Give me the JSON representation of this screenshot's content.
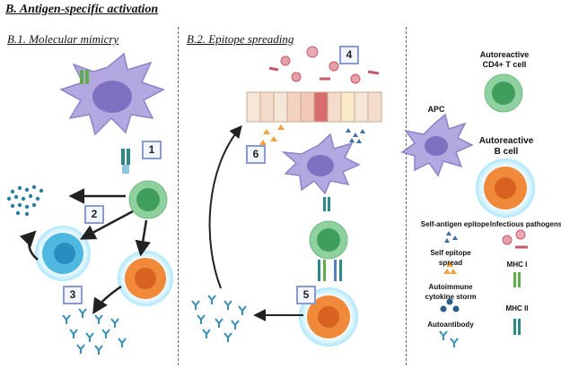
{
  "main_title": "B. Antigen-specific activation",
  "panel_b1": {
    "title": "B.1. Molecular mimicry"
  },
  "panel_b2": {
    "title": "B.2. Epitope spreading"
  },
  "steps": {
    "s1": "1",
    "s2": "2",
    "s3": "3",
    "s4": "4",
    "s5": "5",
    "s6": "6"
  },
  "legend": {
    "cd4": "Autoreactive CD4+ T cell",
    "apc": "APC",
    "bcell_line1": "Autoreactive",
    "bcell_line2": "B cell",
    "self_antigen": "Self-antigen epitope",
    "infectious": "Infectious pathogens",
    "epitope_spread": "Self epitope spread",
    "mhc1": "MHC I",
    "cytokine": "Autoimmune cytokine storm",
    "mhc2": "MHC II",
    "autoantibody": "Autoantibody"
  },
  "colors": {
    "apc": "#b3a9e0",
    "tcell": "#8fd19e",
    "tcell_nucleus": "#3f9e5c",
    "bcell": "#f08a3a",
    "bcell_nucleus": "#d8621f",
    "plasma_cell": "#4fb8e0",
    "antibody": "#3a8fb7",
    "mhc1": "#5fae4a",
    "mhc2": "#2c8a8a",
    "arrow": "#222222"
  }
}
